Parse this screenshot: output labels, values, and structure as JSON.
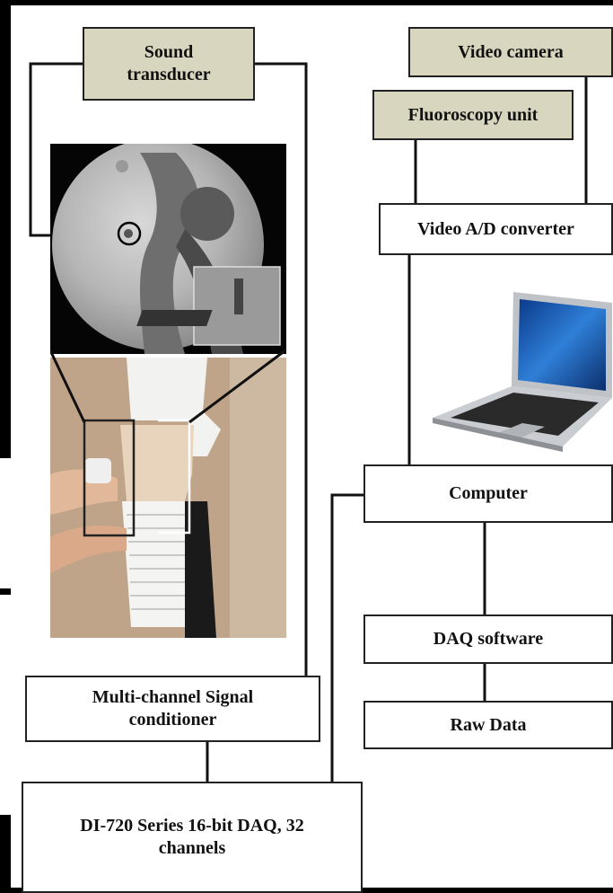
{
  "boxes": {
    "sound_transducer": "Sound\ntransducer",
    "video_camera": "Video camera",
    "fluoroscopy_unit": "Fluoroscopy unit",
    "video_ad_converter": "Video A/D converter",
    "computer": "Computer",
    "daq_software": "DAQ software",
    "raw_data": "Raw Data",
    "signal_conditioner": "Multi-channel Signal\nconditioner",
    "daq_hardware": "DI-720 Series 16-bit DAQ, 32\nchannels"
  },
  "colors": {
    "device_box_fill": "#d9d6bf",
    "process_box_fill": "#ffffff",
    "line": "#111111"
  },
  "images": {
    "fluoroscopy_image": "fluoroscopy-xray-photo",
    "subject_photo": "subject-with-transducer-photo",
    "laptop": "laptop-computer-icon"
  }
}
